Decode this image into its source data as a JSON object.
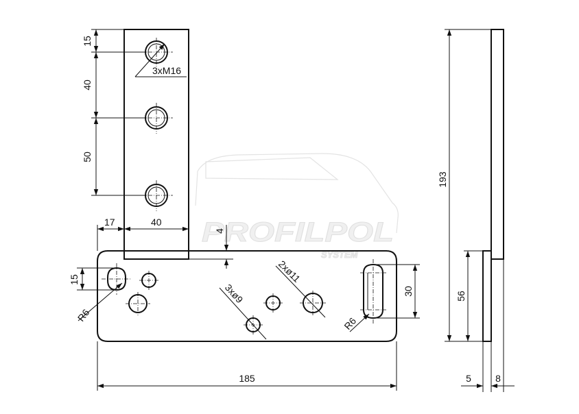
{
  "dimensions": {
    "vertical_plate_top_offset": "15",
    "hole_spacing_upper": "40",
    "hole_spacing_lower": "50",
    "plate_offset_left": "17",
    "vertical_plate_width": "40",
    "gap": "4",
    "slot_height_left": "15",
    "slot_radius_left": "R6",
    "slot_height_right": "30",
    "slot_radius_right": "R6",
    "overall_length": "185",
    "side_height": "193",
    "side_lower_height": "56",
    "thickness_lower": "5",
    "thickness_upper": "8"
  },
  "callouts": {
    "threaded_holes": "3xM16",
    "small_holes": "3xø9",
    "large_holes": "2xø11"
  },
  "watermark": {
    "brand": "PROFILPOL",
    "subtitle": "SYSTEM"
  }
}
